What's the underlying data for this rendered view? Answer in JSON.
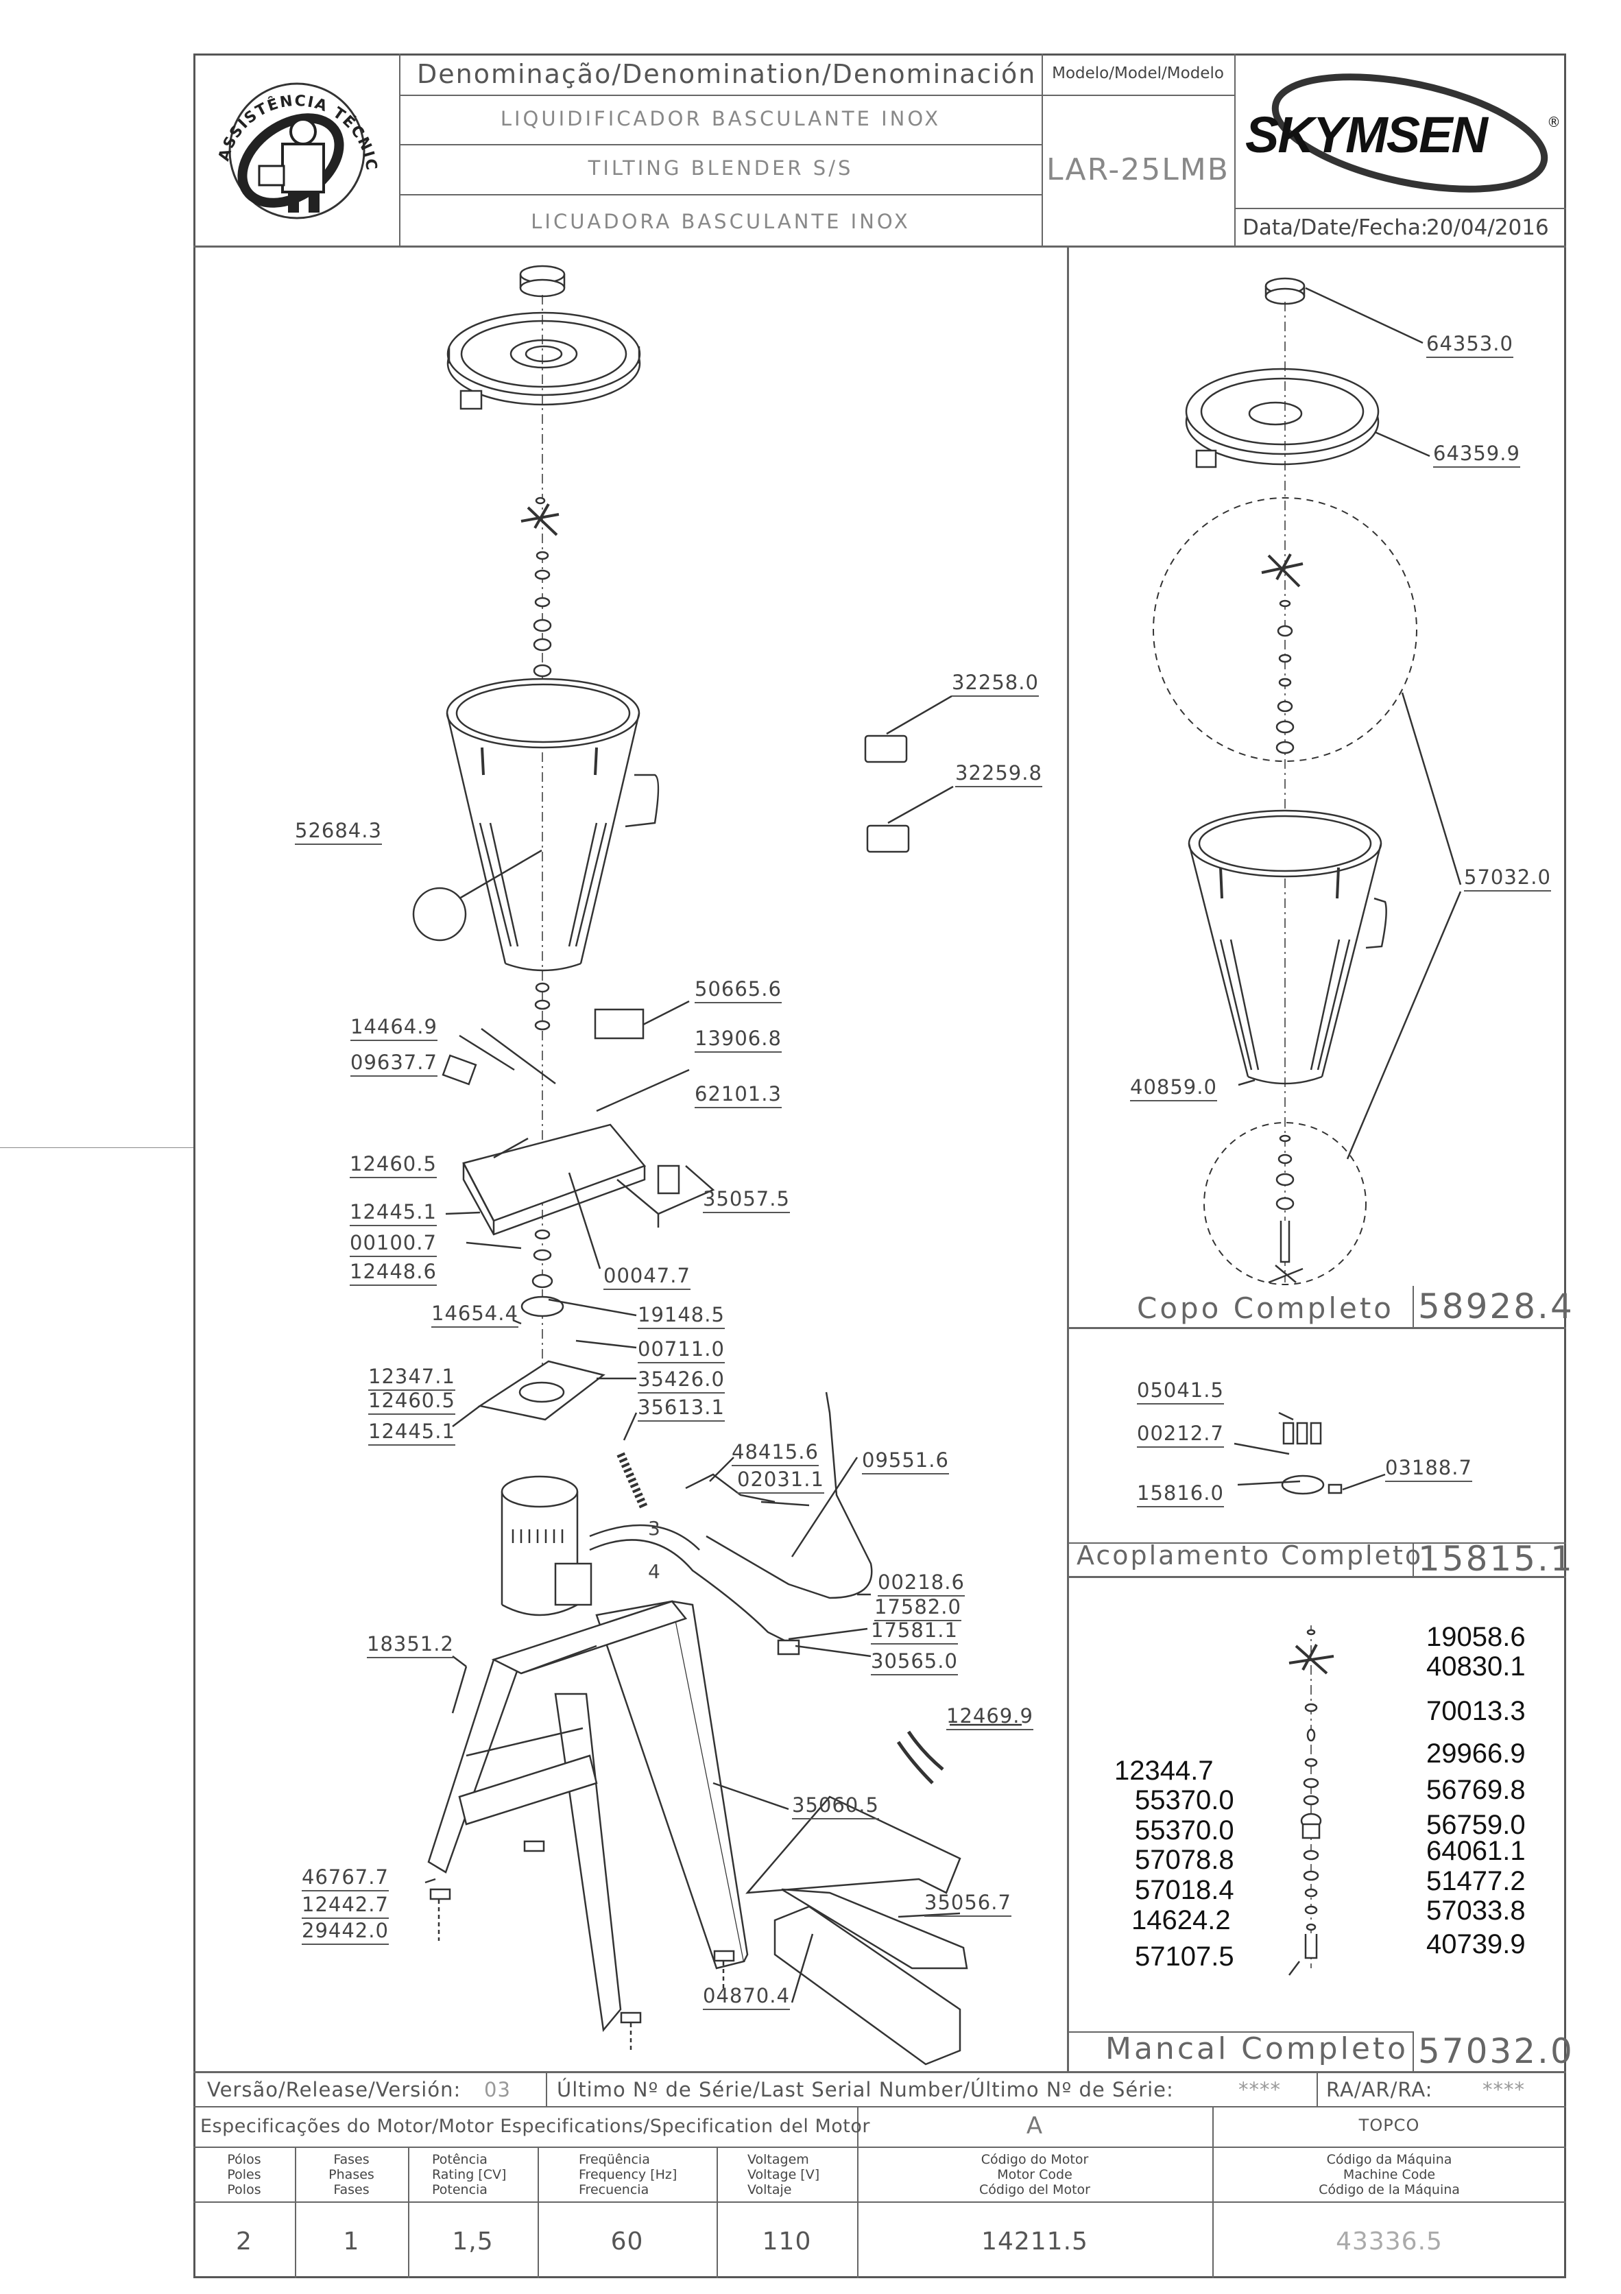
{
  "header": {
    "denomination_label": "Denominação/Denomination/Denominación",
    "name_pt": "LIQUIDIFICADOR BASCULANTE INOX",
    "name_en": "TILTING BLENDER S/S",
    "name_es": "LICUADORA BASCULANTE INOX",
    "model_label": "Modelo/Model/Modelo",
    "model": "LAR-25LMB",
    "brand": "SKYMSEN",
    "brand_mark": "®",
    "date_label": "Data/Date/Fecha:",
    "date": "20/04/2016",
    "seal_text": "ASSISTÊNCIA TÉCNICA AUTORIZADA"
  },
  "main_parts": {
    "p52684": "52684.3",
    "p32258": "32258.0",
    "p32259": "32259.8",
    "p50665": "50665.6",
    "p14464": "14464.9",
    "p09637": "09637.7",
    "p13906": "13906.8",
    "p62101": "62101.3",
    "p12460a": "12460.5",
    "p35057": "35057.5",
    "p12445a": "12445.1",
    "p00100": "00100.7",
    "p12448": "12448.6",
    "p00047": "00047.7",
    "p14654": "14654.4",
    "p19148": "19148.5",
    "p00711": "00711.0",
    "p12347": "12347.1",
    "p35426": "35426.0",
    "p12460b": "12460.5",
    "p35613": "35613.1",
    "p12445b": "12445.1",
    "p48415": "48415.6",
    "p09551": "09551.6",
    "p02031": "02031.1",
    "p00218": "00218.6",
    "p17582": "17582.0",
    "p17581": "17581.1",
    "p18351": "18351.2",
    "p30565": "30565.0",
    "p12469": "12469.9",
    "p35060": "35060.5",
    "p46767": "46767.7",
    "p12442": "12442.7",
    "p29442": "29442.0",
    "p35056": "35056.7",
    "p04870": "04870.4",
    "wire_3": "3",
    "wire_4": "4"
  },
  "copo": {
    "p64353": "64353.0",
    "p64359": "64359.9",
    "p57032": "57032.0",
    "p40859": "40859.0",
    "title": "Copo  Completo",
    "code": "58928.4"
  },
  "acoplamento": {
    "p05041": "05041.5",
    "p00212": "00212.7",
    "p03188": "03188.7",
    "p15816": "15816.0",
    "title": "Acoplamento  Completo",
    "code": "15815.1"
  },
  "mancal": {
    "left": [
      "12344.7",
      "55370.0",
      "55370.0",
      "57078.8",
      "57018.4",
      "14624.2",
      "57107.5"
    ],
    "right": [
      "19058.6",
      "40830.1",
      "70013.3",
      "29966.9",
      "56769.8",
      "56759.0",
      "64061.1",
      "51477.2",
      "57033.8",
      "40739.9"
    ],
    "title": "Mancal  Completo",
    "code": "57032.0"
  },
  "footer": {
    "version_label": "Versão/Release/Versión:",
    "version": "03",
    "serial_label": "Último Nº de Série/Last Serial Number/Último Nº de Série:",
    "serial": "****",
    "ra_label": "RA/AR/RA:",
    "ra": "****",
    "motor_spec_label": "Especificações do Motor/Motor Especifications/Specification del Motor",
    "motor_letter": "A",
    "supplier": "TOPCO",
    "col_poles": [
      "Pólos",
      "Poles",
      "Polos"
    ],
    "col_phases": [
      "Fases",
      "Phases",
      "Fases"
    ],
    "col_power": [
      "Potência",
      "Rating [CV]",
      "Potencia"
    ],
    "col_freq": [
      "Freqüência",
      "Frequency [Hz]",
      "Frecuencia"
    ],
    "col_voltage": [
      "Voltagem",
      "Voltage [V]",
      "Voltaje"
    ],
    "col_motor_code": [
      "Código do Motor",
      "Motor Code",
      "Código del Motor"
    ],
    "col_machine_code": [
      "Código da Máquina",
      "Machine Code",
      "Código de la Máquina"
    ],
    "poles": "2",
    "phases": "1",
    "power": "1,5",
    "freq": "60",
    "voltage": "110",
    "motor_code": "14211.5",
    "machine_code": "43336.5"
  }
}
